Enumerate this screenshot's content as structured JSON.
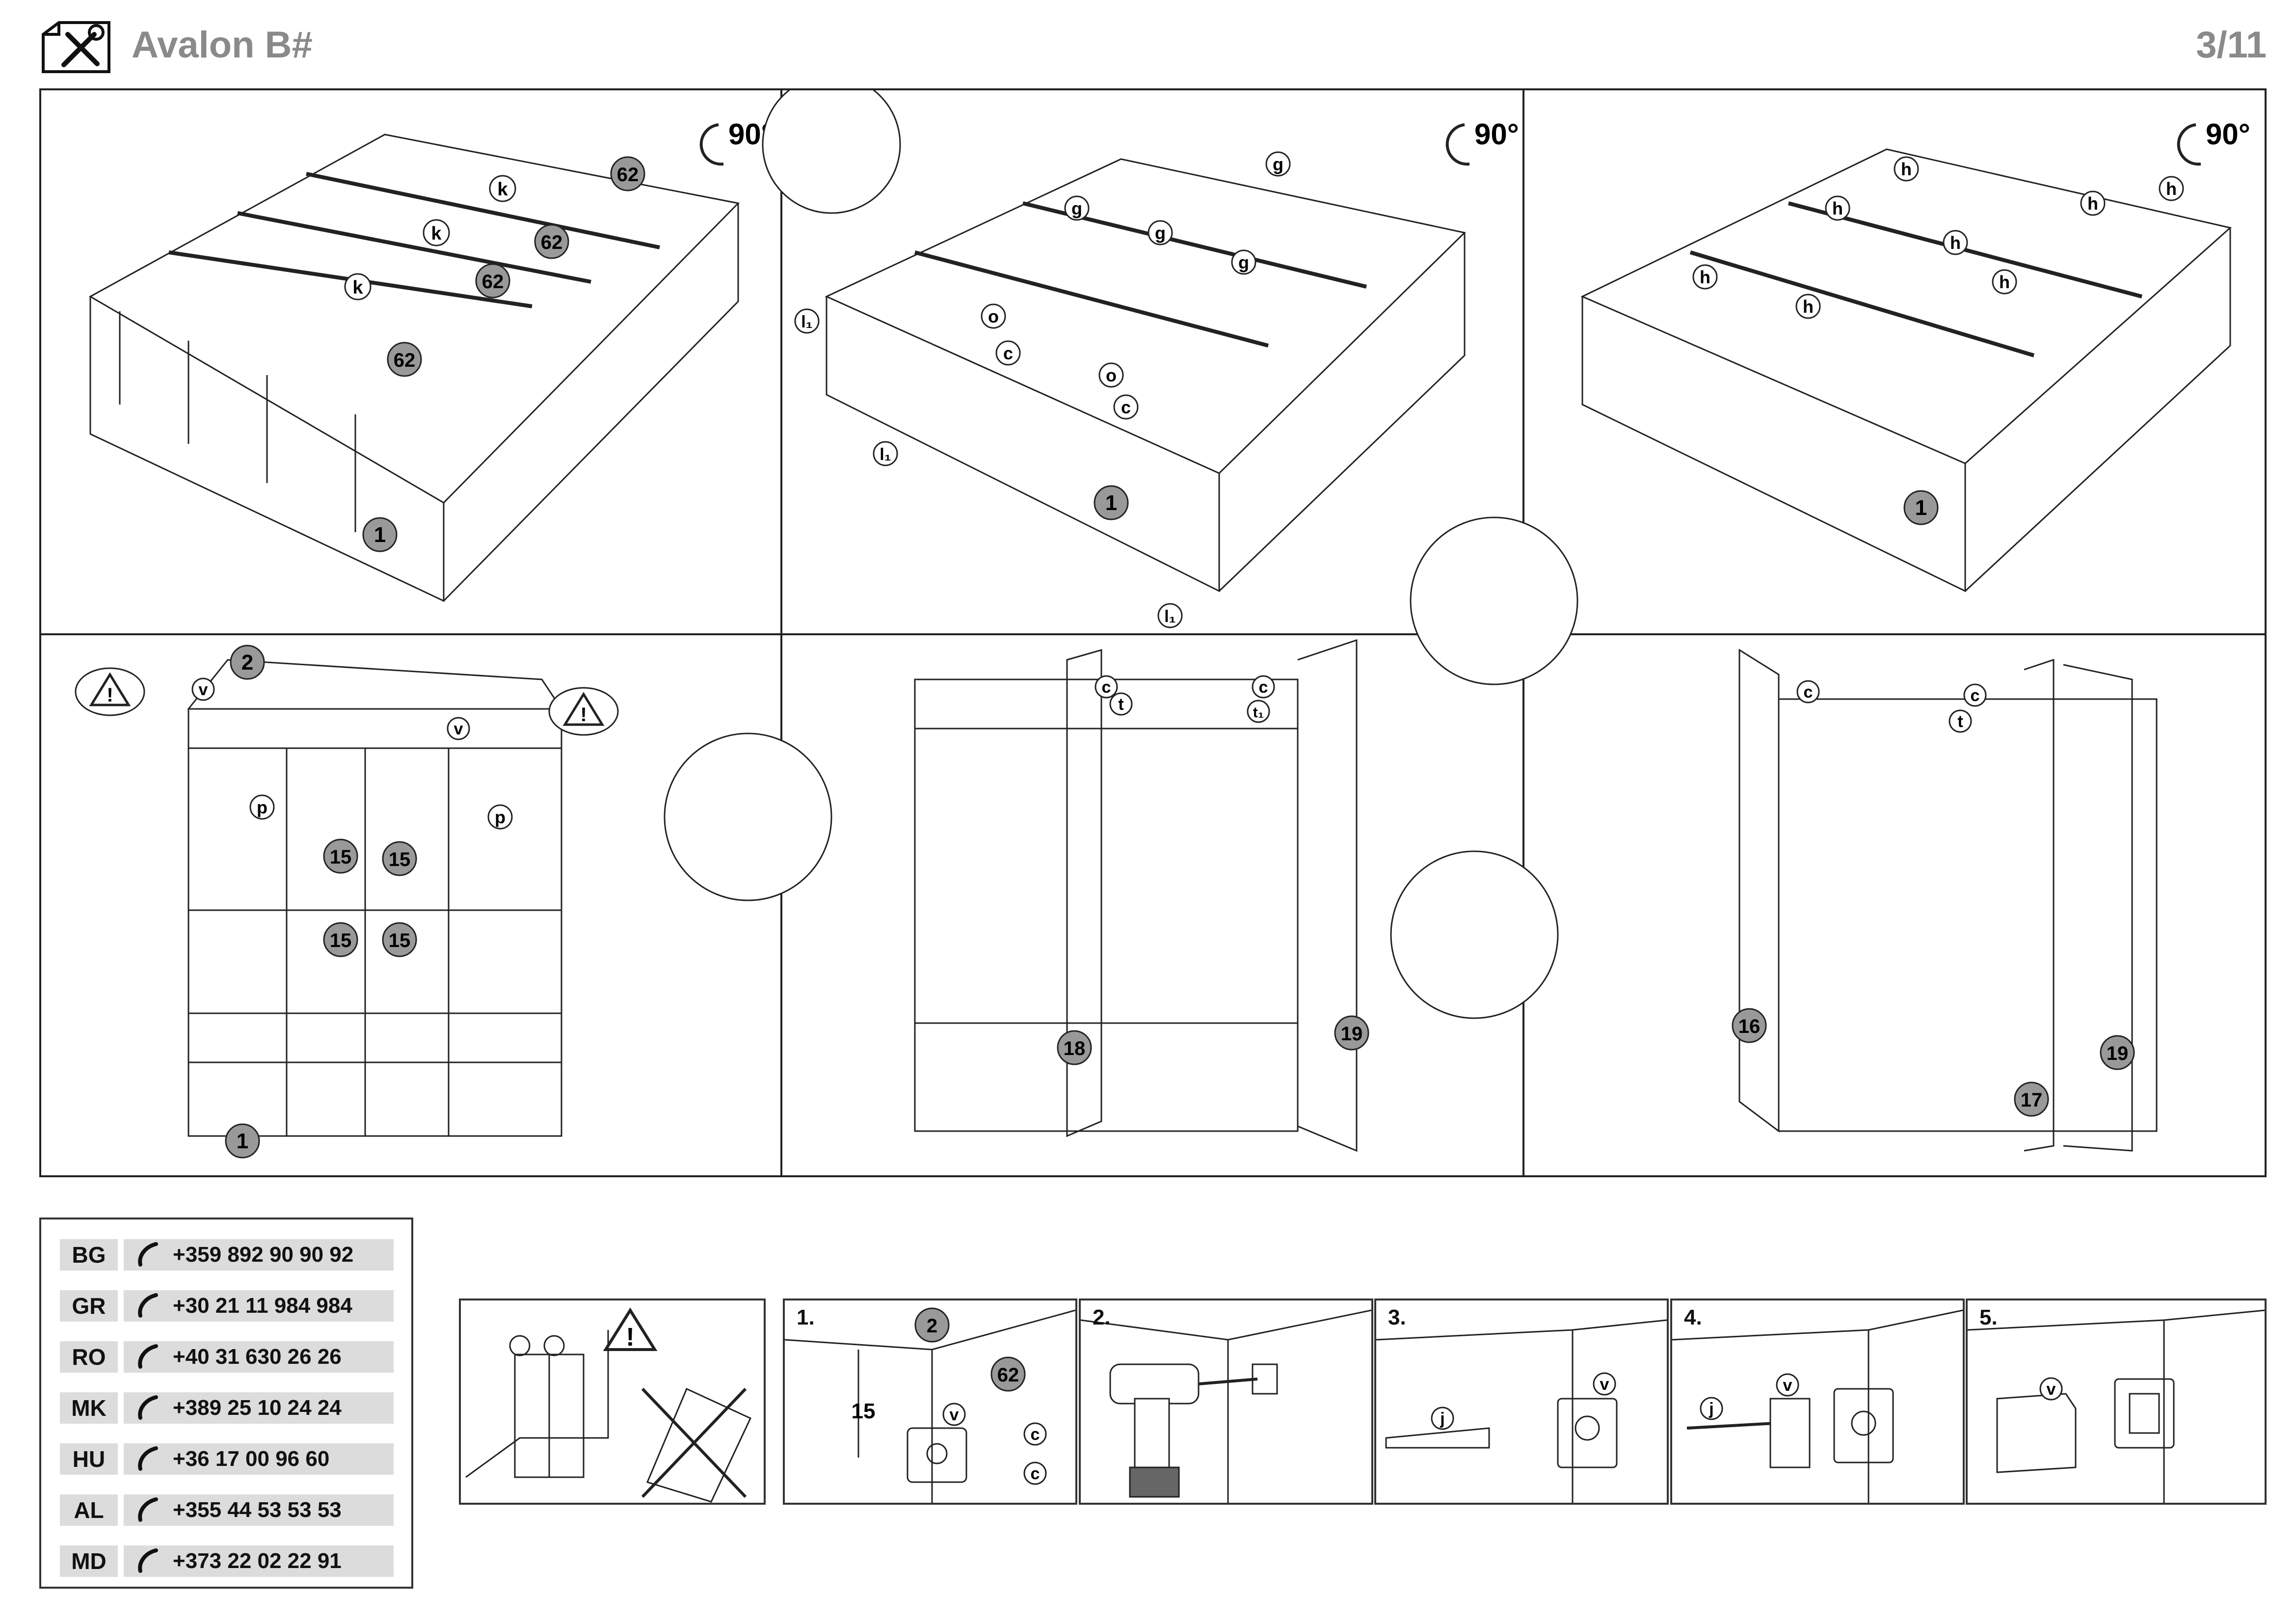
{
  "header": {
    "title": "Avalon B#",
    "page": "3/11"
  },
  "labels": {
    "rotate": "90°",
    "num_1": "1",
    "num_2": "2",
    "num_15": "15",
    "num_16": "16",
    "num_17": "17",
    "num_18": "18",
    "num_19": "19",
    "num_62": "62",
    "k": "k",
    "o": "o",
    "c": "c",
    "g": "g",
    "h": "h",
    "l1": "l₁",
    "t": "t",
    "t1": "t₁",
    "v": "v",
    "p": "p",
    "j": "j"
  },
  "contacts": [
    {
      "code": "BG",
      "phone": "+359 892 90 90 92"
    },
    {
      "code": "GR",
      "phone": "+30 21 11 984 984"
    },
    {
      "code": "RO",
      "phone": "+40 31 630 26 26"
    },
    {
      "code": "MK",
      "phone": "+389 25 10 24 24"
    },
    {
      "code": "HU",
      "phone": "+36 17 00 96 60"
    },
    {
      "code": "AL",
      "phone": "+355 44 53 53 53"
    },
    {
      "code": "MD",
      "phone": "+373 22 02 22 91"
    }
  ],
  "steps": {
    "s1": "1.",
    "s2": "2.",
    "s3": "3.",
    "s4": "4.",
    "s5": "5.",
    "dim": "15"
  },
  "icons": {
    "header": "tools-icon",
    "warning": "warning-triangle-icon",
    "phone": "phone-icon",
    "rotate": "rotate-arrow-icon"
  }
}
